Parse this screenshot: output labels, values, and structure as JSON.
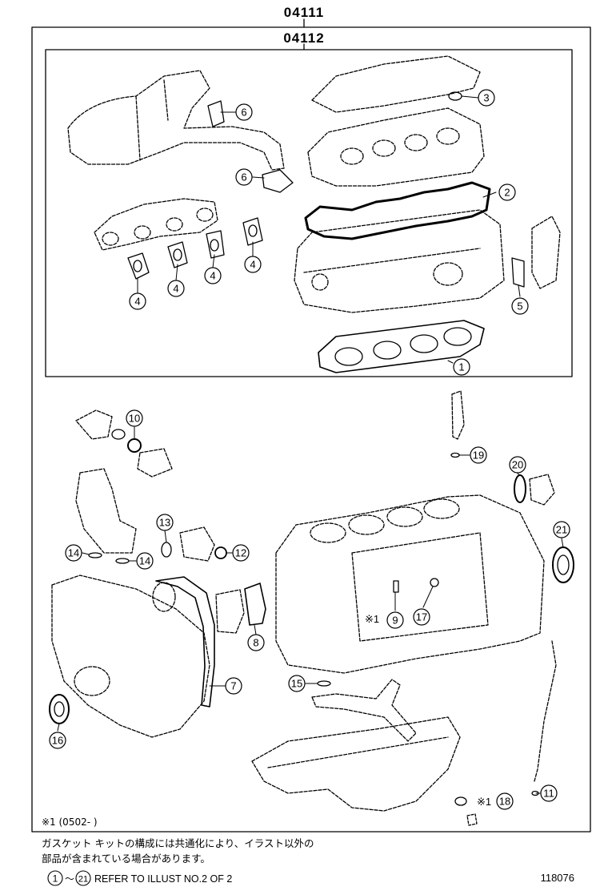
{
  "header": {
    "kit_code_outer": "04111",
    "kit_code_inner": "04112"
  },
  "callouts": [
    {
      "id": "c1",
      "num": "1"
    },
    {
      "id": "c2",
      "num": "2"
    },
    {
      "id": "c3",
      "num": "3"
    },
    {
      "id": "c4a",
      "num": "4"
    },
    {
      "id": "c4b",
      "num": "4"
    },
    {
      "id": "c4c",
      "num": "4"
    },
    {
      "id": "c4d",
      "num": "4"
    },
    {
      "id": "c5",
      "num": "5"
    },
    {
      "id": "c6a",
      "num": "6"
    },
    {
      "id": "c6b",
      "num": "6"
    },
    {
      "id": "c7",
      "num": "7"
    },
    {
      "id": "c8",
      "num": "8"
    },
    {
      "id": "c9",
      "num": "9"
    },
    {
      "id": "c10",
      "num": "10"
    },
    {
      "id": "c11",
      "num": "11"
    },
    {
      "id": "c12",
      "num": "12"
    },
    {
      "id": "c13",
      "num": "13"
    },
    {
      "id": "c14a",
      "num": "14"
    },
    {
      "id": "c14b",
      "num": "14"
    },
    {
      "id": "c15",
      "num": "15"
    },
    {
      "id": "c16",
      "num": "16"
    },
    {
      "id": "c17",
      "num": "17"
    },
    {
      "id": "c18",
      "num": "18"
    },
    {
      "id": "c19",
      "num": "19"
    },
    {
      "id": "c20",
      "num": "20"
    },
    {
      "id": "c21",
      "num": "21"
    }
  ],
  "marks": {
    "m9": "※1",
    "m18": "※1"
  },
  "footnote": {
    "mark_label": "※1 (0502-        )"
  },
  "notes": {
    "line1": "ガスケット キットの構成には共通化により、イラスト以外の",
    "line2": "部品が含まれている場合があります。",
    "ref_range_start": "1",
    "ref_range_sep": "～",
    "ref_range_end": "21",
    "ref_text": "REFER TO ILLUST NO.2 OF 2"
  },
  "illustration_code": "118076"
}
